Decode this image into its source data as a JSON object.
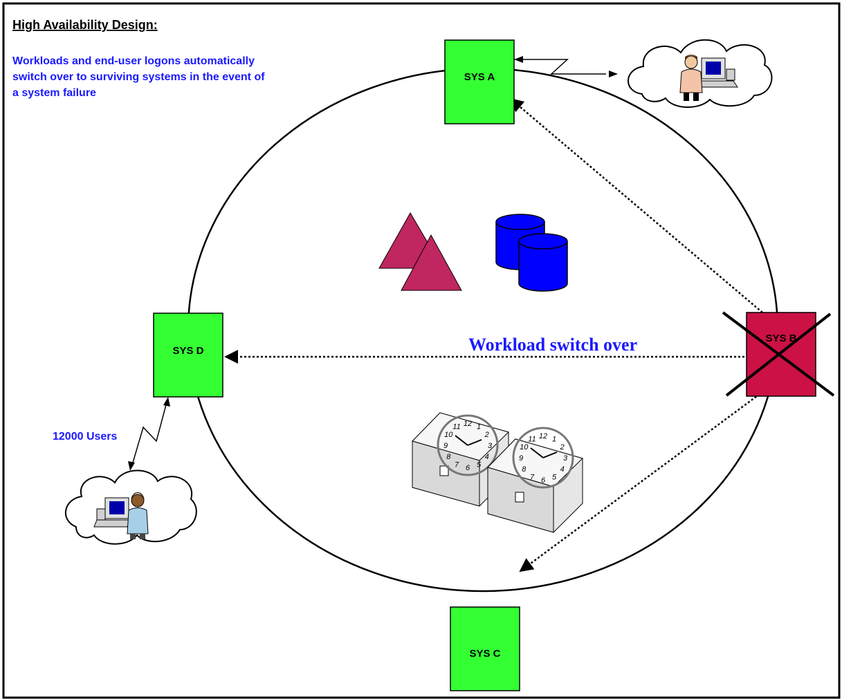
{
  "heading": "High Availability Design:",
  "description": {
    "lines": [
      "Workloads and end-user logons automatically",
      "switch over to surviving systems in the event of",
      "a system failure"
    ]
  },
  "systems": {
    "a": {
      "label": "SYS A",
      "status": "active"
    },
    "b": {
      "label": "SYS B",
      "status": "failed"
    },
    "c": {
      "label": "SYS C",
      "status": "active"
    },
    "d": {
      "label": "SYS D",
      "status": "active"
    }
  },
  "workload_switch": {
    "label": "Workload switch over"
  },
  "users": {
    "label": "12000 Users"
  },
  "clock_numerals": [
    "12",
    "1",
    "2",
    "3",
    "4",
    "5",
    "6",
    "7",
    "8",
    "9",
    "10",
    "11"
  ],
  "colors": {
    "active_system": "#33ff33",
    "failed_system": "#cc1144",
    "accent_text": "#1a1aff",
    "shared_data": "#0000ff",
    "shared_workload": "#c0265f"
  }
}
